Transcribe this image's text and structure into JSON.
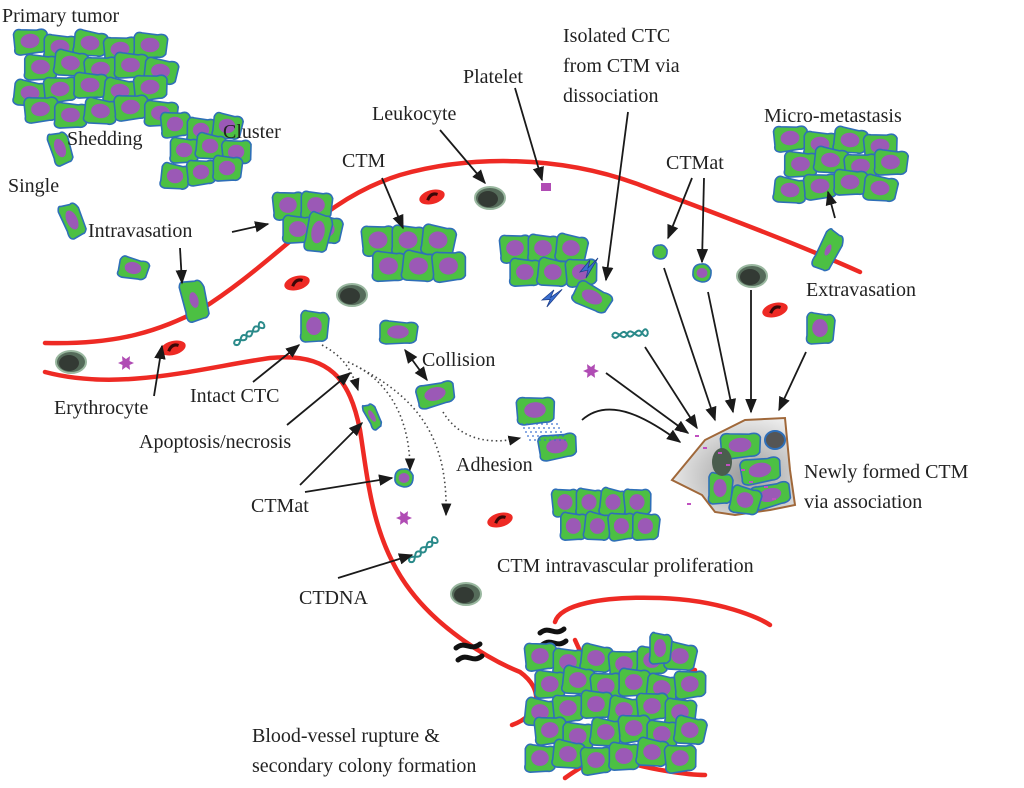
{
  "title": "CTC / CTM metastatic cascade",
  "colors": {
    "vessel": "#ee2a24",
    "cell_body": "#4cc043",
    "cell_outline": "#2f6fb8",
    "nucleus": "#9b59b6",
    "erythrocyte": "#ee2a24",
    "leukocyte": "#556b5a",
    "platelet": "#b04cb4",
    "dna": "#2a8a8a",
    "text": "#222222"
  },
  "labels": {
    "primary_tumor": "Primary tumor",
    "shedding": "Shedding",
    "cluster": "Cluster",
    "single": "Single",
    "intravasation": "Intravasation",
    "ctm_top": "CTM",
    "leukocyte": "Leukocyte",
    "platelet": "Platelet",
    "isolated_ctc_1": "Isolated CTC",
    "isolated_ctc_2": "from CTM via",
    "isolated_ctc_3": "dissociation",
    "ctmat_top": "CTMat",
    "micro_metastasis": "Micro-metastasis",
    "extravasation": "Extravasation",
    "erythrocyte": "Erythrocyte",
    "intact_ctc": "Intact CTC",
    "collision": "Collision",
    "apoptosis": "Apoptosis/necrosis",
    "adhesion": "Adhesion",
    "ctmat_bottom": "CTMat",
    "newly_formed_1": "Newly formed CTM",
    "newly_formed_2": "via association",
    "ctm_proliferation": "CTM intravascular proliferation",
    "ctdna": "CTDNA",
    "rupture_1": "Blood-vessel rupture &",
    "rupture_2": "secondary colony formation"
  }
}
